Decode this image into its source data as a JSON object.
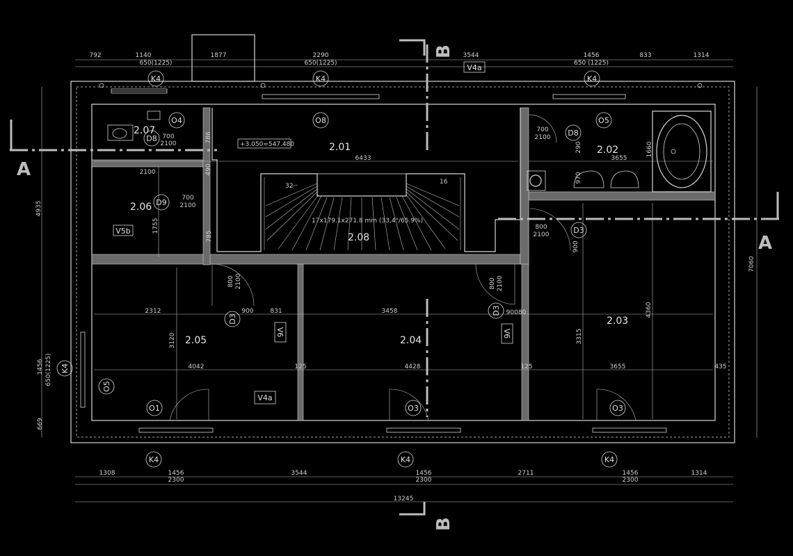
{
  "colors": {
    "background": "#000000",
    "lines": "#d8d8d8",
    "walls": "#6a6a6a",
    "section": "#bdbdbd"
  },
  "rooms": {
    "r201": "2.01",
    "r202": "2.02",
    "r203": "2.03",
    "r204": "2.04",
    "r205": "2.05",
    "r206": "2.06",
    "r207": "2.07",
    "r208": "2.08"
  },
  "elevation_note": "+3.050=547.480",
  "stair_note": "17x179.1x271.8  mm  (33,4°/65.9%)",
  "stair_steps": {
    "top_left": "32",
    "top_right": "16"
  },
  "section_marks": {
    "a": "A",
    "b": "B"
  },
  "window_tags": {
    "k4": "K4",
    "v4a": "V4a",
    "v5b": "V5b",
    "v6": "V6"
  },
  "door_tags": {
    "o1": "O1",
    "o3": "O3",
    "o4": "O4",
    "o5": "O5",
    "o8": "O8",
    "d3": "D3",
    "d8": "D8",
    "d9": "D9"
  },
  "door_sizes": {
    "s700": "700",
    "s2100": "2100",
    "s800": "800",
    "s900": "900"
  },
  "window_sizes": {
    "w650_1225": "650(1225)",
    "w650_1225b": "650 (1225)"
  },
  "dims_top": {
    "d792": "792",
    "d1140": "1140",
    "d1877": "1877",
    "d2290": "2290",
    "d3544": "3544",
    "d1456": "1456",
    "d833": "833",
    "d1314": "1314"
  },
  "dims_bottom": {
    "d1308": "1308",
    "d1456": "1456",
    "d3544": "3544",
    "d2711": "2711",
    "d1314": "1314",
    "d2300": "2300",
    "d13245": "13245"
  },
  "dims_interior": {
    "d6433": "6433",
    "d2100": "2100",
    "d3655": "3655",
    "d1660": "1660",
    "d2312": "2312",
    "d900": "900",
    "d831": "831",
    "d3458": "3458",
    "d90080": "90080",
    "d4042": "4042",
    "d125": "125",
    "d4428": "4428",
    "d435": "435",
    "d3120": "3120",
    "d3315": "3315",
    "d4360": "4360",
    "d1755": "1755",
    "d785": "785",
    "d786": "786",
    "d490": "490",
    "d290": "290",
    "d970": "970"
  },
  "dims_side": {
    "d4935": "4935",
    "d7060": "7060",
    "d1456": "1456",
    "d669": "669"
  }
}
